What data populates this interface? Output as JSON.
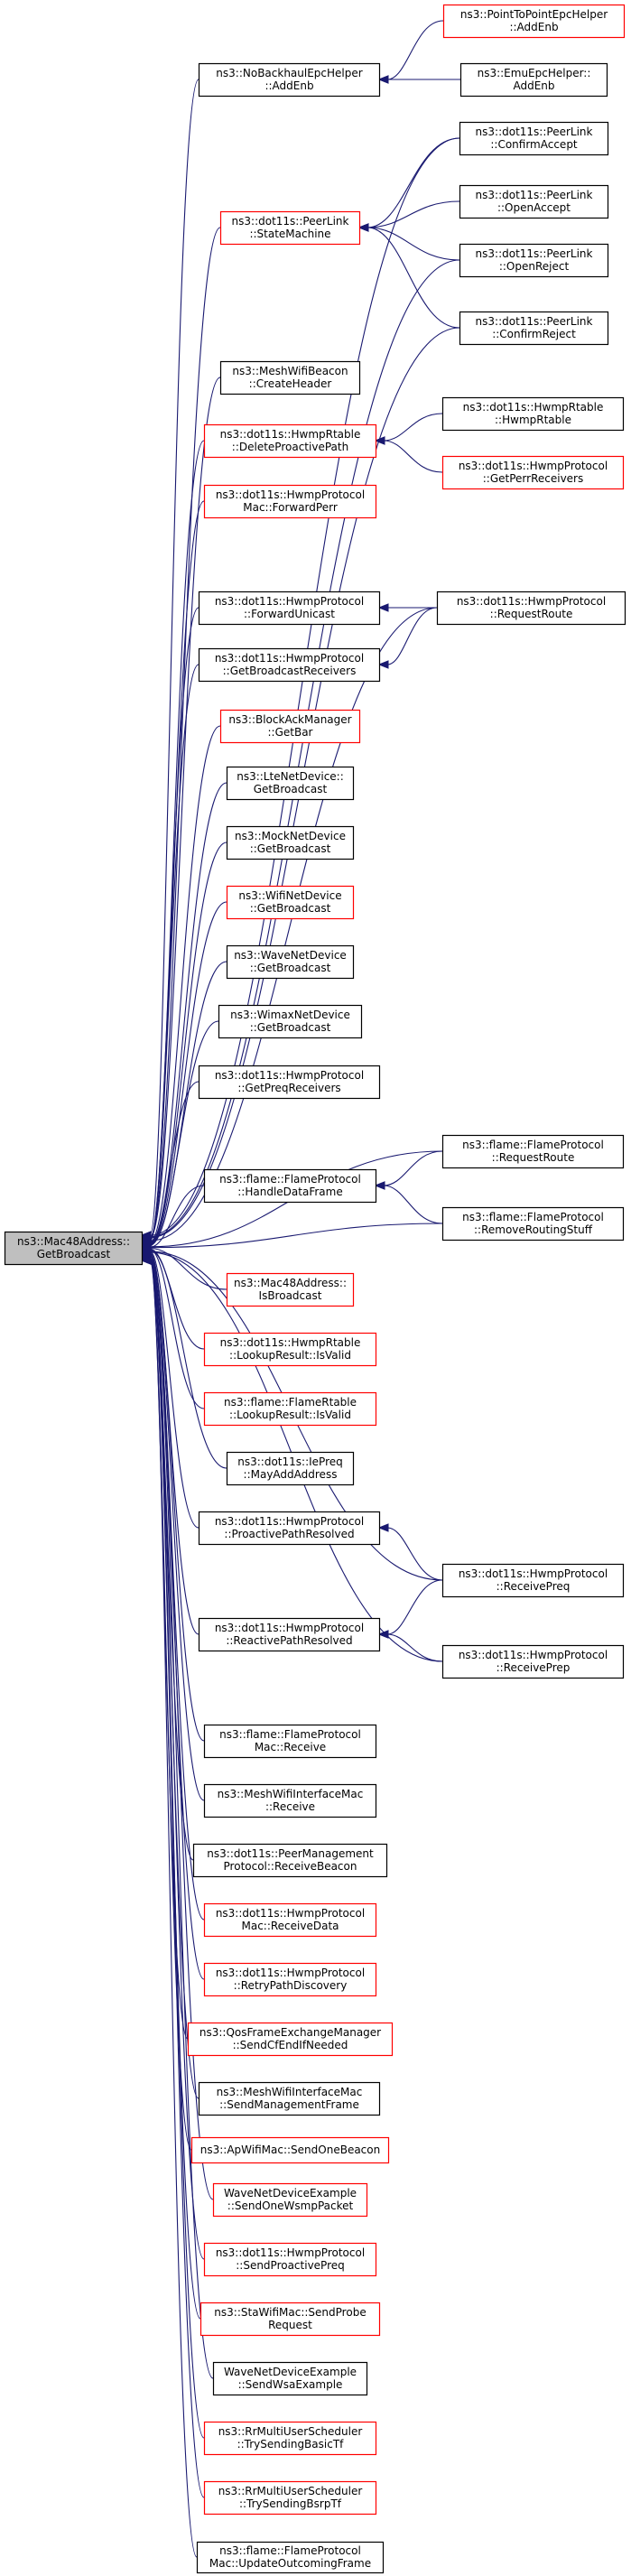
{
  "colors": {
    "edge": "#191970",
    "border_black": "#000000",
    "border_red": "#ff0000",
    "root_fill": "#bfbfbf"
  },
  "nodes": [
    {
      "id": "root",
      "lines": [
        "ns3::Mac48Address::",
        "GetBroadcast"
      ],
      "border": "black",
      "root": true
    },
    {
      "id": "nobackhaul",
      "lines": [
        "ns3::NoBackhaulEpcHelper",
        "::AddEnb"
      ],
      "border": "black"
    },
    {
      "id": "p2pepc",
      "lines": [
        "ns3::PointToPointEpcHelper",
        "::AddEnb"
      ],
      "border": "red"
    },
    {
      "id": "emuepc",
      "lines": [
        "ns3::EmuEpcHelper::",
        "AddEnb"
      ],
      "border": "black"
    },
    {
      "id": "plconfirmaccept",
      "lines": [
        "ns3::dot11s::PeerLink",
        "::ConfirmAccept"
      ],
      "border": "black"
    },
    {
      "id": "plstatemachine",
      "lines": [
        "ns3::dot11s::PeerLink",
        "::StateMachine"
      ],
      "border": "red"
    },
    {
      "id": "plopenaccept",
      "lines": [
        "ns3::dot11s::PeerLink",
        "::OpenAccept"
      ],
      "border": "black"
    },
    {
      "id": "plopenreject",
      "lines": [
        "ns3::dot11s::PeerLink",
        "::OpenReject"
      ],
      "border": "black"
    },
    {
      "id": "plconfirmreject",
      "lines": [
        "ns3::dot11s::PeerLink",
        "::ConfirmReject"
      ],
      "border": "black"
    },
    {
      "id": "meshbeacon",
      "lines": [
        "ns3::MeshWifiBeacon",
        "::CreateHeader"
      ],
      "border": "black"
    },
    {
      "id": "delproactive",
      "lines": [
        "ns3::dot11s::HwmpRtable",
        "::DeleteProactivePath"
      ],
      "border": "red"
    },
    {
      "id": "hwmprtable",
      "lines": [
        "ns3::dot11s::HwmpRtable",
        "::HwmpRtable"
      ],
      "border": "black"
    },
    {
      "id": "getperr",
      "lines": [
        "ns3::dot11s::HwmpProtocol",
        "::GetPerrReceivers"
      ],
      "border": "red"
    },
    {
      "id": "fwdperr",
      "lines": [
        "ns3::dot11s::HwmpProtocol",
        "Mac::ForwardPerr"
      ],
      "border": "red"
    },
    {
      "id": "fwdunicast",
      "lines": [
        "ns3::dot11s::HwmpProtocol",
        "::ForwardUnicast"
      ],
      "border": "black"
    },
    {
      "id": "hwmpreqroute",
      "lines": [
        "ns3::dot11s::HwmpProtocol",
        "::RequestRoute"
      ],
      "border": "black"
    },
    {
      "id": "getbcastrecv",
      "lines": [
        "ns3::dot11s::HwmpProtocol",
        "::GetBroadcastReceivers"
      ],
      "border": "black"
    },
    {
      "id": "blockack",
      "lines": [
        "ns3::BlockAckManager",
        "::GetBar"
      ],
      "border": "red"
    },
    {
      "id": "ltenetdev",
      "lines": [
        "ns3::LteNetDevice::",
        "GetBroadcast"
      ],
      "border": "black"
    },
    {
      "id": "mocknetdev",
      "lines": [
        "ns3::MockNetDevice",
        "::GetBroadcast"
      ],
      "border": "black"
    },
    {
      "id": "wifinetdev",
      "lines": [
        "ns3::WifiNetDevice",
        "::GetBroadcast"
      ],
      "border": "red"
    },
    {
      "id": "wavenetdev",
      "lines": [
        "ns3::WaveNetDevice",
        "::GetBroadcast"
      ],
      "border": "black"
    },
    {
      "id": "wimaxnetdev",
      "lines": [
        "ns3::WimaxNetDevice",
        "::GetBroadcast"
      ],
      "border": "black"
    },
    {
      "id": "getpreq",
      "lines": [
        "ns3::dot11s::HwmpProtocol",
        "::GetPreqReceivers"
      ],
      "border": "black"
    },
    {
      "id": "flamehandle",
      "lines": [
        "ns3::flame::FlameProtocol",
        "::HandleDataFrame"
      ],
      "border": "black"
    },
    {
      "id": "flamereqroute",
      "lines": [
        "ns3::flame::FlameProtocol",
        "::RequestRoute"
      ],
      "border": "black"
    },
    {
      "id": "flameremove",
      "lines": [
        "ns3::flame::FlameProtocol",
        "::RemoveRoutingStuff"
      ],
      "border": "black"
    },
    {
      "id": "isbroadcast",
      "lines": [
        "ns3::Mac48Address::",
        "IsBroadcast"
      ],
      "border": "red"
    },
    {
      "id": "hwmplookup",
      "lines": [
        "ns3::dot11s::HwmpRtable",
        "::LookupResult::IsValid"
      ],
      "border": "red"
    },
    {
      "id": "flamelookup",
      "lines": [
        "ns3::flame::FlameRtable",
        "::LookupResult::IsValid"
      ],
      "border": "red"
    },
    {
      "id": "iepreq",
      "lines": [
        "ns3::dot11s::IePreq",
        "::MayAddAddress"
      ],
      "border": "black"
    },
    {
      "id": "proactiveresolved",
      "lines": [
        "ns3::dot11s::HwmpProtocol",
        "::ProactivePathResolved"
      ],
      "border": "black"
    },
    {
      "id": "receivepreq",
      "lines": [
        "ns3::dot11s::HwmpProtocol",
        "::ReceivePreq"
      ],
      "border": "black"
    },
    {
      "id": "reactiveresolved",
      "lines": [
        "ns3::dot11s::HwmpProtocol",
        "::ReactivePathResolved"
      ],
      "border": "black"
    },
    {
      "id": "receiveprep",
      "lines": [
        "ns3::dot11s::HwmpProtocol",
        "::ReceivePrep"
      ],
      "border": "black"
    },
    {
      "id": "flamereceive",
      "lines": [
        "ns3::flame::FlameProtocol",
        "Mac::Receive"
      ],
      "border": "black"
    },
    {
      "id": "meshifacereceive",
      "lines": [
        "ns3::MeshWifiInterfaceMac",
        "::Receive"
      ],
      "border": "black"
    },
    {
      "id": "peermgmtbeacon",
      "lines": [
        "ns3::dot11s::PeerManagement",
        "Protocol::ReceiveBeacon"
      ],
      "border": "black"
    },
    {
      "id": "hwmpmacrecvdata",
      "lines": [
        "ns3::dot11s::HwmpProtocol",
        "Mac::ReceiveData"
      ],
      "border": "red"
    },
    {
      "id": "retrypath",
      "lines": [
        "ns3::dot11s::HwmpProtocol",
        "::RetryPathDiscovery"
      ],
      "border": "red"
    },
    {
      "id": "qosframe",
      "lines": [
        "ns3::QosFrameExchangeManager",
        "::SendCfEndIfNeeded"
      ],
      "border": "red"
    },
    {
      "id": "meshifacemgmt",
      "lines": [
        "ns3::MeshWifiInterfaceMac",
        "::SendManagementFrame"
      ],
      "border": "black"
    },
    {
      "id": "apwifi",
      "lines": [
        "ns3::ApWifiMac::SendOneBeacon"
      ],
      "border": "red"
    },
    {
      "id": "wavewsmp",
      "lines": [
        "WaveNetDeviceExample",
        "::SendOneWsmpPacket"
      ],
      "border": "red"
    },
    {
      "id": "sendproactivepreq",
      "lines": [
        "ns3::dot11s::HwmpProtocol",
        "::SendProactivePreq"
      ],
      "border": "red"
    },
    {
      "id": "stawifiprobe",
      "lines": [
        "ns3::StaWifiMac::SendProbe",
        "Request"
      ],
      "border": "red"
    },
    {
      "id": "wavewsa",
      "lines": [
        "WaveNetDeviceExample",
        "::SendWsaExample"
      ],
      "border": "black"
    },
    {
      "id": "rrbasictf",
      "lines": [
        "ns3::RrMultiUserScheduler",
        "::TrySendingBasicTf"
      ],
      "border": "red"
    },
    {
      "id": "rrbsrptf",
      "lines": [
        "ns3::RrMultiUserScheduler",
        "::TrySendingBsrpTf"
      ],
      "border": "red"
    },
    {
      "id": "flameupdate",
      "lines": [
        "ns3::flame::FlameProtocol",
        "Mac::UpdateOutcomingFrame"
      ],
      "border": "black"
    }
  ],
  "edges": [
    [
      "nobackhaul",
      "root"
    ],
    [
      "plconfirmaccept",
      "root"
    ],
    [
      "plstatemachine",
      "root"
    ],
    [
      "plopenreject",
      "root"
    ],
    [
      "plconfirmreject",
      "root"
    ],
    [
      "meshbeacon",
      "root"
    ],
    [
      "delproactive",
      "root"
    ],
    [
      "fwdperr",
      "root"
    ],
    [
      "hwmpreqroute",
      "root"
    ],
    [
      "fwdunicast",
      "root"
    ],
    [
      "getbcastrecv",
      "root"
    ],
    [
      "blockack",
      "root"
    ],
    [
      "ltenetdev",
      "root"
    ],
    [
      "mocknetdev",
      "root"
    ],
    [
      "wifinetdev",
      "root"
    ],
    [
      "wavenetdev",
      "root"
    ],
    [
      "wimaxnetdev",
      "root"
    ],
    [
      "getpreq",
      "root"
    ],
    [
      "flamereqroute",
      "root"
    ],
    [
      "flamehandle",
      "root"
    ],
    [
      "flameremove",
      "root"
    ],
    [
      "isbroadcast",
      "root"
    ],
    [
      "hwmplookup",
      "root"
    ],
    [
      "flamelookup",
      "root"
    ],
    [
      "iepreq",
      "root"
    ],
    [
      "proactiveresolved",
      "root"
    ],
    [
      "receivepreq",
      "root"
    ],
    [
      "reactiveresolved",
      "root"
    ],
    [
      "receiveprep",
      "root"
    ],
    [
      "flamereceive",
      "root"
    ],
    [
      "meshifacereceive",
      "root"
    ],
    [
      "peermgmtbeacon",
      "root"
    ],
    [
      "hwmpmacrecvdata",
      "root"
    ],
    [
      "retrypath",
      "root"
    ],
    [
      "qosframe",
      "root"
    ],
    [
      "meshifacemgmt",
      "root"
    ],
    [
      "apwifi",
      "root"
    ],
    [
      "wavewsmp",
      "root"
    ],
    [
      "sendproactivepreq",
      "root"
    ],
    [
      "stawifiprobe",
      "root"
    ],
    [
      "wavewsa",
      "root"
    ],
    [
      "rrbasictf",
      "root"
    ],
    [
      "rrbsrptf",
      "root"
    ],
    [
      "flameupdate",
      "root"
    ],
    [
      "p2pepc",
      "nobackhaul"
    ],
    [
      "emuepc",
      "nobackhaul"
    ],
    [
      "plconfirmaccept",
      "plstatemachine"
    ],
    [
      "plopenaccept",
      "plstatemachine"
    ],
    [
      "plopenreject",
      "plstatemachine"
    ],
    [
      "plconfirmreject",
      "plstatemachine"
    ],
    [
      "hwmprtable",
      "delproactive"
    ],
    [
      "getperr",
      "delproactive"
    ],
    [
      "hwmpreqroute",
      "fwdunicast"
    ],
    [
      "hwmpreqroute",
      "getbcastrecv"
    ],
    [
      "flamereqroute",
      "flamehandle"
    ],
    [
      "flameremove",
      "flamehandle"
    ],
    [
      "receivepreq",
      "proactiveresolved"
    ],
    [
      "receivepreq",
      "reactiveresolved"
    ],
    [
      "receiveprep",
      "reactiveresolved"
    ]
  ]
}
